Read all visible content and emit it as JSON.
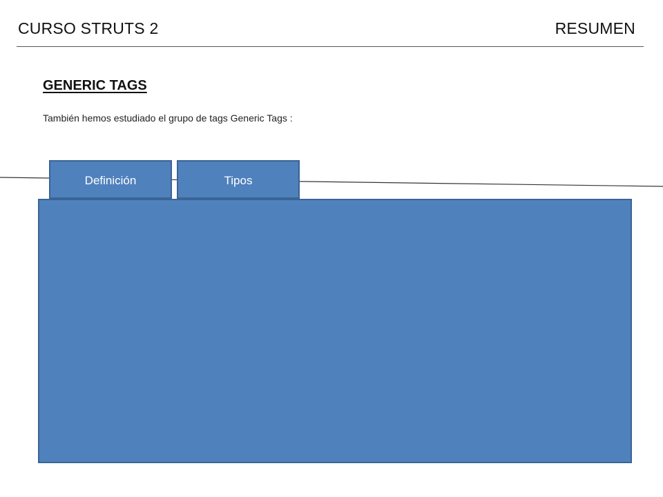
{
  "header": {
    "course_title": "CURSO STRUTS 2",
    "section_label": "RESUMEN"
  },
  "content": {
    "title": "GENERIC TAGS",
    "intro": "También hemos estudiado el grupo de tags Generic Tags :"
  },
  "tabs": [
    {
      "label": "Definición"
    },
    {
      "label": "Tipos"
    }
  ],
  "colors": {
    "tab_fill": "#4f81bd",
    "tab_border": "#3a6494",
    "text": "#111111"
  }
}
